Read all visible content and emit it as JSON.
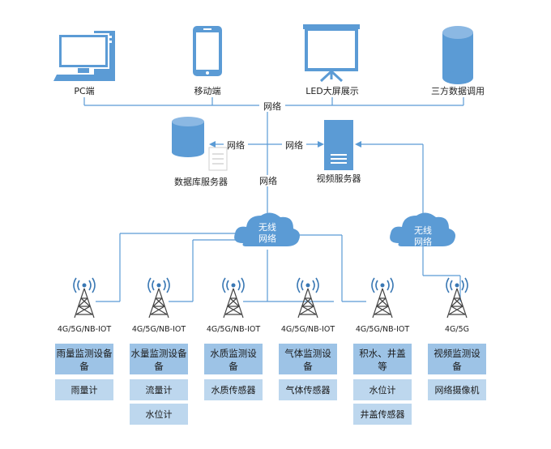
{
  "colors": {
    "line": "#5b9bd5",
    "icon": "#5b9bd5",
    "icon_dark": "#3a78b4",
    "box_dark": "#9dc3e6",
    "box_light": "#bdd7ee"
  },
  "terminals": {
    "pc": {
      "label": "PC端",
      "icon": "desktop-computer-icon"
    },
    "mobile": {
      "label": "移动端",
      "icon": "smartphone-icon"
    },
    "led": {
      "label": "LED大屏展示",
      "icon": "projector-screen-icon"
    },
    "third_party": {
      "label": "三方数据调用",
      "icon": "database-cylinder-icon"
    }
  },
  "network_labels": {
    "top": "网络",
    "db_link": "网络",
    "video_link": "网络",
    "cloud_link": "网络"
  },
  "servers": {
    "database": {
      "label": "数据库服务器",
      "icon": "database-server-icon"
    },
    "video": {
      "label": "视频服务器",
      "icon": "server-tower-icon"
    }
  },
  "clouds": {
    "main": {
      "line1": "无线",
      "line2": "网络"
    },
    "video": {
      "line1": "无线",
      "line2": "网络"
    }
  },
  "columns": [
    {
      "protocol": "4G/5G/NB-IOT",
      "device_lines": [
        "雨量监测设备",
        "备"
      ],
      "sensors": [
        "雨量计"
      ]
    },
    {
      "protocol": "4G/5G/NB-IOT",
      "device_lines": [
        "水量监测设备",
        "备"
      ],
      "sensors": [
        "流量计",
        "水位计"
      ]
    },
    {
      "protocol": "4G/5G/NB-IOT",
      "device_lines": [
        "水质监测设",
        "备"
      ],
      "sensors": [
        "水质传感器"
      ]
    },
    {
      "protocol": "4G/5G/NB-IOT",
      "device_lines": [
        "气体监测设",
        "备"
      ],
      "sensors": [
        "气体传感器"
      ]
    },
    {
      "protocol": "4G/5G/NB-IOT",
      "device_lines": [
        "积水、井盖",
        "等"
      ],
      "sensors": [
        "水位计",
        "井盖传感器"
      ]
    },
    {
      "protocol": "4G/5G",
      "device_lines": [
        "视频监测设",
        "备"
      ],
      "sensors": [
        "网络摄像机"
      ]
    }
  ]
}
